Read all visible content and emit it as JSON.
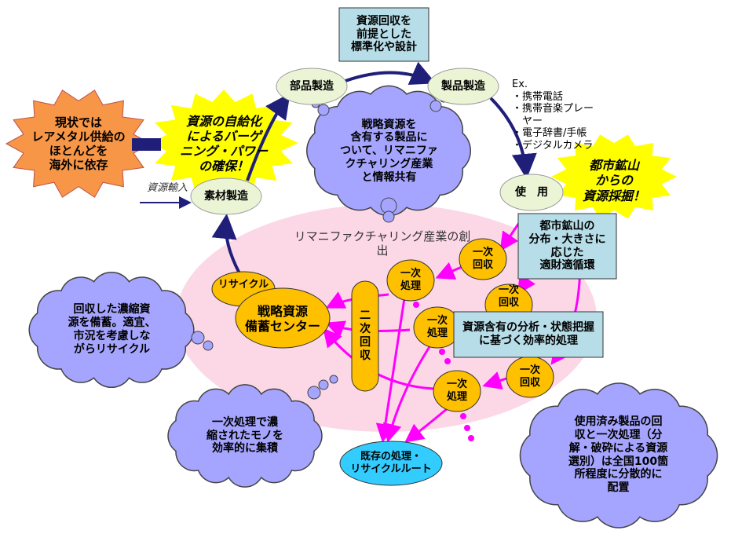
{
  "top_box": "資源回収を\n前提とした\n標準化や設計",
  "nodes": {
    "parts": "部品製造",
    "products": "製品製造",
    "use": "使　用",
    "materials": "素材製造",
    "existing_route": "既存の処理・\nリサイクルルート"
  },
  "bursts": {
    "current": "現状では\nレアメタル供給の\nほとんどを\n海外に依存",
    "self_supply": "資源の自給化\nによるバーゲ\nニング・パワー\nの確保！",
    "urban_mine": "都市鉱山\nからの\n資源採掘！"
  },
  "clouds": {
    "share": "戦略資源を\n含有する製品に\nついて、リマニファ\nクチャリング産業\nと情報共有",
    "stockpile": "回収した濃縮資\n源を備蓄。適宜、\n市況を考慮しな\nがらリサイクル",
    "collect": "一次処理で濃\n縮されたモノを\n効率的に集積",
    "distributed": "使用済み製品の回\n収と一次処理（分\n解・破砕による資源\n選別）は全国100箇\n所程度に分散的に\n配置"
  },
  "examples": "Ex.\n・携帯電話\n・携帯音楽プレー\n　ヤー\n・電子辞書/手帳\n・デジタルカメラ",
  "import_label": "資源輸入",
  "region_title": "リマニファクチャリング産業の創\n出",
  "notes": {
    "urban_mine_note": "都市鉱山の\n分布・大きさに\n応じた\n適財適循環",
    "analysis_note": "資源含有の分析・状態把握\nに基づく効率的処理"
  },
  "process": {
    "primary_collection": "一次\n回収",
    "primary_processing": "一次\n処理",
    "secondary_collection": "二\n次\n回\n収",
    "recycle": "リサイクル",
    "center": "戦略資源\n備蓄センター"
  },
  "colors": {
    "navy": "#1f1f7a",
    "magenta": "#ff00ff",
    "orange": "#ffc000",
    "pink": "#fcd8e6",
    "cloud": "#a5a5ff",
    "teal_box": "#b7dde8",
    "green_node": "#ebf5d6",
    "cyan": "#33ccff",
    "burst_yellow": "#ffff00",
    "burst_orange": "#f79646"
  }
}
